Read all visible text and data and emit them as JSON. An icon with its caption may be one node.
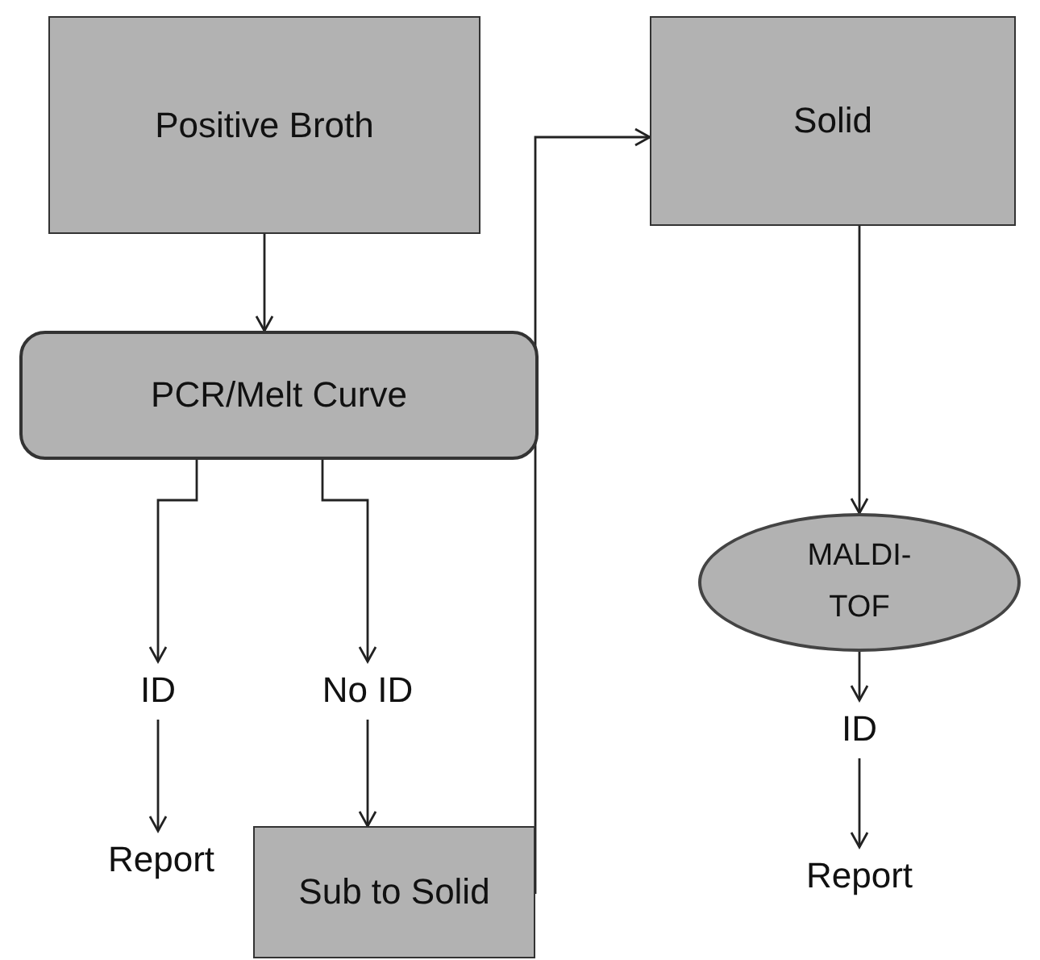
{
  "diagram": {
    "nodes": [
      {
        "text": [
          "Positive Broth"
        ]
      },
      {
        "text": [
          "PCR/Melt Curve"
        ]
      },
      {
        "text": [
          "ID"
        ]
      },
      {
        "text": [
          "No ID"
        ]
      },
      {
        "text": [
          "Report"
        ]
      },
      {
        "text": [
          "Sub to Solid"
        ]
      },
      {
        "text": [
          "Solid"
        ]
      },
      {
        "text": [
          "MALDI-TOF"
        ]
      },
      {
        "text": [
          "ID"
        ]
      },
      {
        "text": [
          "Report"
        ]
      }
    ],
    "edges": [
      {
        "from": 0,
        "to": 1,
        "arrow": "to"
      },
      {
        "from": 1,
        "to": 2,
        "arrow": "to"
      },
      {
        "from": 1,
        "to": 3,
        "arrow": "to"
      },
      {
        "from": 2,
        "to": 4,
        "arrow": "to"
      },
      {
        "from": 3,
        "to": 5,
        "arrow": "to"
      },
      {
        "from": 5,
        "to": 6,
        "arrow": "to"
      },
      {
        "from": 6,
        "to": 7,
        "arrow": "to"
      },
      {
        "from": 7,
        "to": 8,
        "arrow": "to"
      },
      {
        "from": 8,
        "to": 9,
        "arrow": "to"
      }
    ]
  }
}
